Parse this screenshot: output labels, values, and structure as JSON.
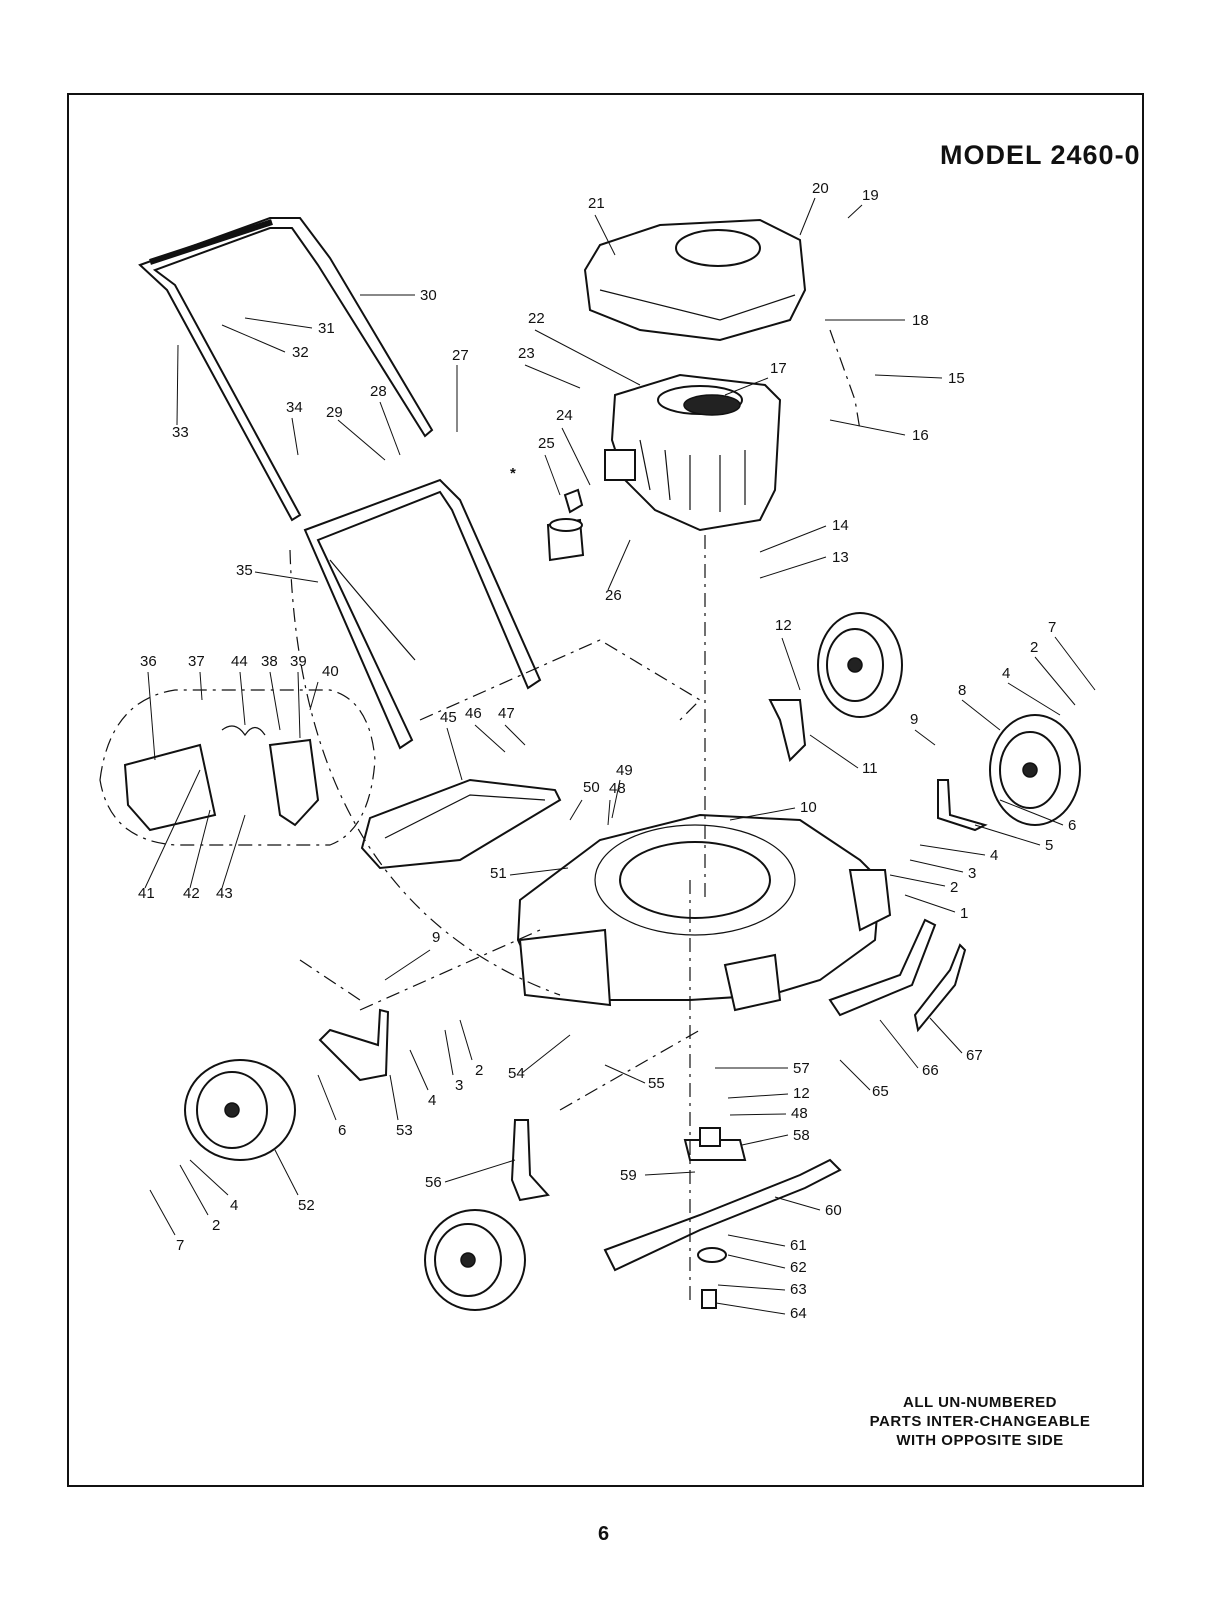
{
  "header": {
    "model": "MODEL 2460-0"
  },
  "note": {
    "lines": [
      "ALL UN-NUMBERED",
      "PARTS INTER-CHANGEABLE",
      "WITH OPPOSITE SIDE"
    ]
  },
  "page_number": "6",
  "star_mark": "*",
  "callouts": [
    {
      "label": "1"
    },
    {
      "label": "2"
    },
    {
      "label": "2"
    },
    {
      "label": "2"
    },
    {
      "label": "2"
    },
    {
      "label": "3"
    },
    {
      "label": "3"
    },
    {
      "label": "4"
    },
    {
      "label": "4"
    },
    {
      "label": "4"
    },
    {
      "label": "4"
    },
    {
      "label": "5"
    },
    {
      "label": "6"
    },
    {
      "label": "6"
    },
    {
      "label": "7"
    },
    {
      "label": "7"
    },
    {
      "label": "8"
    },
    {
      "label": "9"
    },
    {
      "label": "9"
    },
    {
      "label": "10"
    },
    {
      "label": "11"
    },
    {
      "label": "12"
    },
    {
      "label": "12"
    },
    {
      "label": "13"
    },
    {
      "label": "14"
    },
    {
      "label": "15"
    },
    {
      "label": "16"
    },
    {
      "label": "17"
    },
    {
      "label": "18"
    },
    {
      "label": "19"
    },
    {
      "label": "20"
    },
    {
      "label": "21"
    },
    {
      "label": "22"
    },
    {
      "label": "23"
    },
    {
      "label": "24"
    },
    {
      "label": "25"
    },
    {
      "label": "26"
    },
    {
      "label": "27"
    },
    {
      "label": "28"
    },
    {
      "label": "29"
    },
    {
      "label": "30"
    },
    {
      "label": "31"
    },
    {
      "label": "32"
    },
    {
      "label": "33"
    },
    {
      "label": "34"
    },
    {
      "label": "35"
    },
    {
      "label": "36"
    },
    {
      "label": "37"
    },
    {
      "label": "38"
    },
    {
      "label": "39"
    },
    {
      "label": "40"
    },
    {
      "label": "41"
    },
    {
      "label": "42"
    },
    {
      "label": "43"
    },
    {
      "label": "44"
    },
    {
      "label": "45"
    },
    {
      "label": "46"
    },
    {
      "label": "47"
    },
    {
      "label": "48"
    },
    {
      "label": "48"
    },
    {
      "label": "49"
    },
    {
      "label": "50"
    },
    {
      "label": "51"
    },
    {
      "label": "52"
    },
    {
      "label": "53"
    },
    {
      "label": "54"
    },
    {
      "label": "55"
    },
    {
      "label": "56"
    },
    {
      "label": "57"
    },
    {
      "label": "58"
    },
    {
      "label": "59"
    },
    {
      "label": "60"
    },
    {
      "label": "61"
    },
    {
      "label": "62"
    },
    {
      "label": "63"
    },
    {
      "label": "64"
    },
    {
      "label": "65"
    },
    {
      "label": "66"
    },
    {
      "label": "67"
    }
  ]
}
